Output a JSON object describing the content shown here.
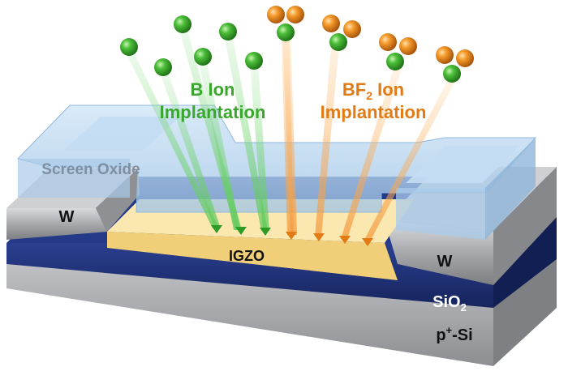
{
  "labels": {
    "b_ion_line1": "B Ion",
    "b_ion_line2": "Implantation",
    "bf2_ion_prefix": "BF",
    "bf2_ion_sub": "2",
    "bf2_ion_suffix": " Ion",
    "bf2_ion_line2": "Implantation",
    "screen_oxide": "Screen Oxide",
    "w_left": "W",
    "w_right": "W",
    "igzo": "IGZO",
    "sio2_prefix": "SiO",
    "sio2_sub": "2",
    "psi_p": "p",
    "psi_sup": "+",
    "psi_rest": "-Si"
  },
  "colors": {
    "b_ion": "#3aa62e",
    "bf2_ion": "#e07b16",
    "igzo": "#f5d98a",
    "sio2": "#1c2f78",
    "p_si": "#a8a9ad",
    "tungsten": "#9a9ca0",
    "screen_oxide": "#b9d6f0",
    "text_dark": "#1a1a1a",
    "text_white": "#ffffff"
  }
}
